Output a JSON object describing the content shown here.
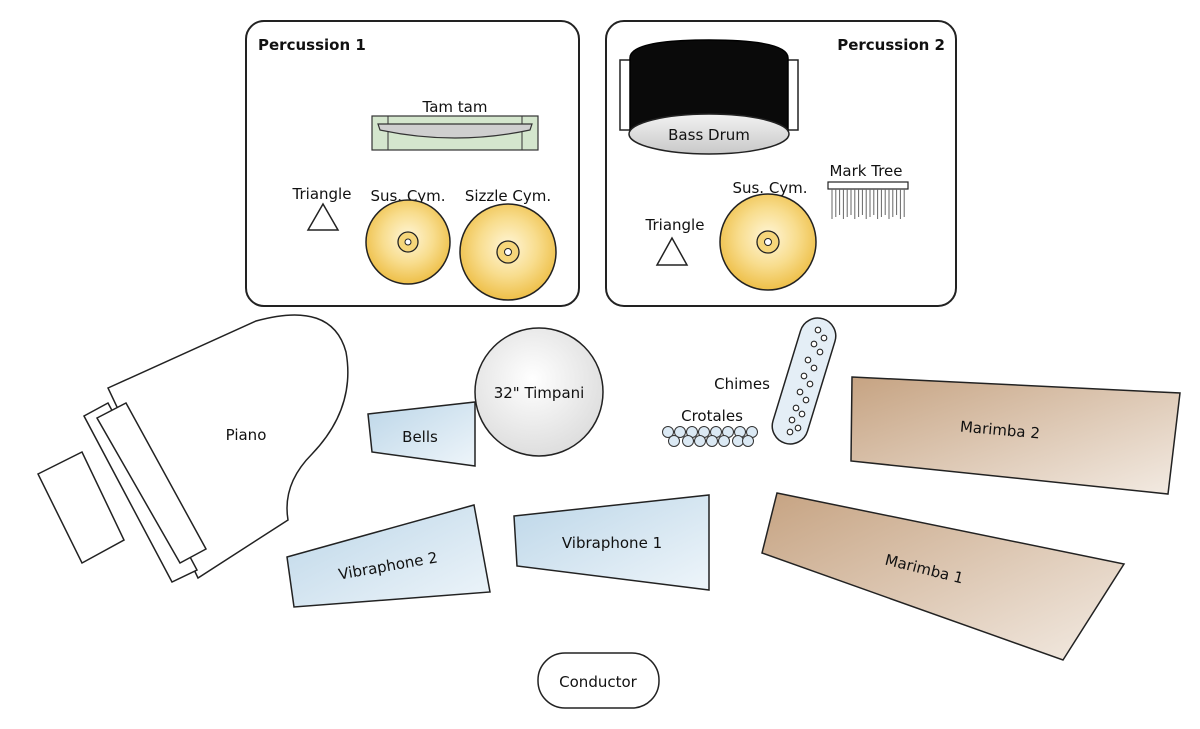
{
  "percussion1": {
    "title": "Percussion 1",
    "tam_tam": "Tam tam",
    "triangle": "Triangle",
    "sus_cym": "Sus. Cym.",
    "sizzle_cym": "Sizzle Cym."
  },
  "percussion2": {
    "title": "Percussion 2",
    "bass_drum": "Bass Drum",
    "mark_tree": "Mark Tree",
    "sus_cym": "Sus. Cym.",
    "triangle": "Triangle"
  },
  "stage": {
    "piano": "Piano",
    "timpani": "32\" Timpani",
    "bells": "Bells",
    "chimes": "Chimes",
    "crotales": "Crotales",
    "marimba2": "Marimba 2",
    "marimba1": "Marimba 1",
    "vibraphone2": "Vibraphone 2",
    "vibraphone1": "Vibraphone 1",
    "conductor": "Conductor"
  },
  "colors": {
    "cymbal": "#f3cc62",
    "tam_tam_frame": "#cfe3c8",
    "blue_keyboard": "#cfe1ee",
    "wood_keyboard": "#c9a98a",
    "bass_drum": "#0a0a0a",
    "timpani": "#ececec"
  }
}
